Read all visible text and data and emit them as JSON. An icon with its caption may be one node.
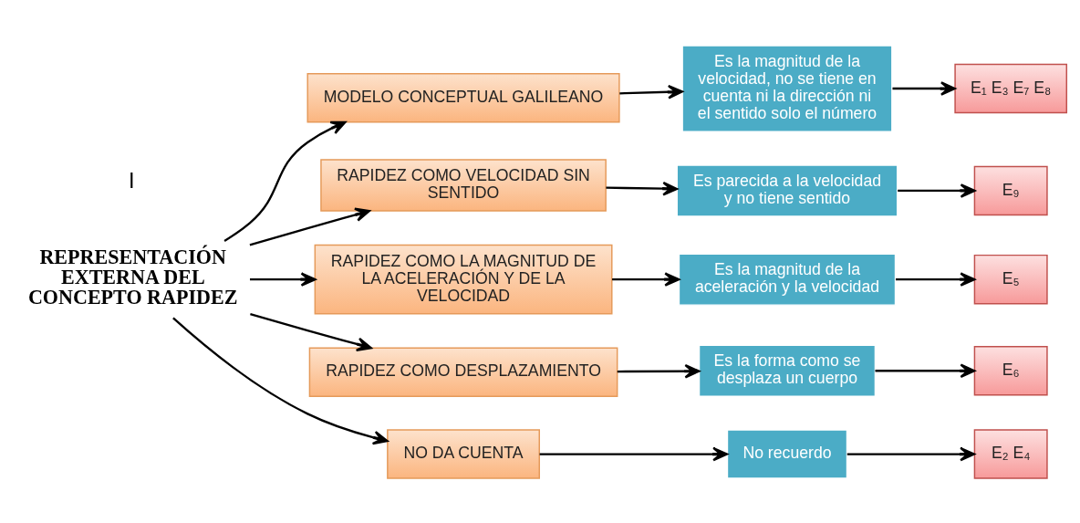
{
  "diagram": {
    "nodes": [
      {
        "text": [
          "REPRESENTACIÓN EXTERNA DEL CONCEPTO RAPIDEZ"
        ]
      },
      {
        "text": [
          "MODELO CONCEPTUAL GALILEANO"
        ]
      },
      {
        "text": [
          "Es la magnitud de la velocidad, no se tiene en cuenta ni la dirección ni el sentido solo el número"
        ]
      },
      {
        "text": [
          "E₁ E₃ E₇ E₈"
        ]
      },
      {
        "text": [
          "RAPIDEZ COMO VELOCIDAD SIN SENTIDO"
        ]
      },
      {
        "text": [
          "Es parecida a la velocidad y no tiene sentido"
        ]
      },
      {
        "text": [
          "E₉"
        ]
      },
      {
        "text": [
          "RAPIDEZ COMO LA MAGNITUD DE LA ACELERACIÓN Y DE LA VELOCIDAD"
        ]
      },
      {
        "text": [
          "Es la magnitud de la aceleración y la velocidad"
        ]
      },
      {
        "text": [
          "E₅"
        ]
      },
      {
        "text": [
          "RAPIDEZ COMO DESPLAZAMIENTO"
        ]
      },
      {
        "text": [
          "Es la forma como se desplaza un cuerpo"
        ]
      },
      {
        "text": [
          "E₆"
        ]
      },
      {
        "text": [
          "NO DA CUENTA"
        ]
      },
      {
        "text": [
          "No recuerdo"
        ]
      },
      {
        "text": [
          "E₂ E₄"
        ]
      }
    ],
    "edges": [
      {
        "from": 0,
        "to": 1,
        "arrow": "to"
      },
      {
        "from": 0,
        "to": 4,
        "arrow": "to"
      },
      {
        "from": 0,
        "to": 7,
        "arrow": "to"
      },
      {
        "from": 0,
        "to": 10,
        "arrow": "to"
      },
      {
        "from": 0,
        "to": 13,
        "arrow": "to"
      },
      {
        "from": 1,
        "to": 2,
        "arrow": "to"
      },
      {
        "from": 2,
        "to": 3,
        "arrow": "to"
      },
      {
        "from": 4,
        "to": 5,
        "arrow": "to"
      },
      {
        "from": 5,
        "to": 6,
        "arrow": "to"
      },
      {
        "from": 7,
        "to": 8,
        "arrow": "to"
      },
      {
        "from": 8,
        "to": 9,
        "arrow": "to"
      },
      {
        "from": 10,
        "to": 11,
        "arrow": "to"
      },
      {
        "from": 11,
        "to": 12,
        "arrow": "to"
      },
      {
        "from": 13,
        "to": 14,
        "arrow": "to"
      },
      {
        "from": 14,
        "to": 15,
        "arrow": "to"
      }
    ],
    "labels": [
      "I"
    ]
  }
}
